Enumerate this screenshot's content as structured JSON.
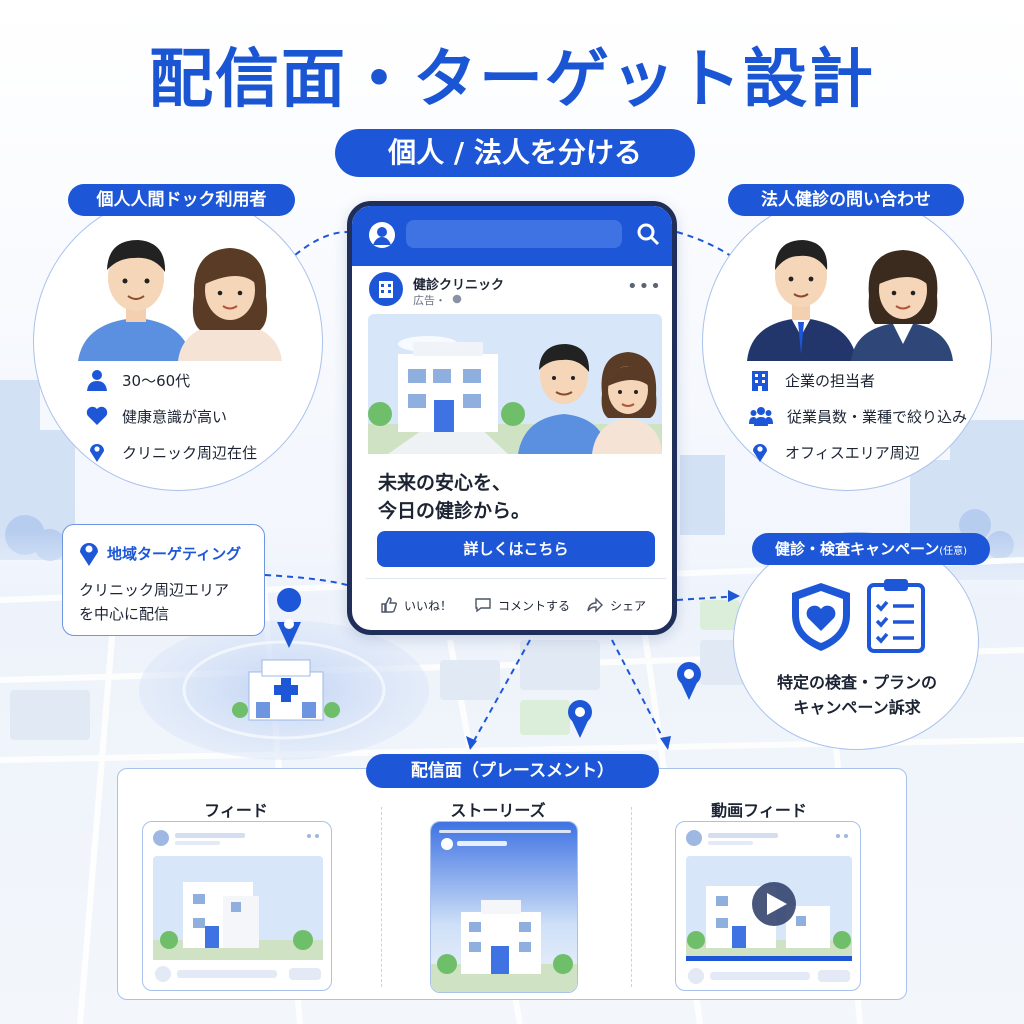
{
  "title": "配信面・ターゲット設計",
  "subtitle": "個人 / 法人を分ける",
  "individual": {
    "header": "個人人間ドック利用者",
    "items": [
      {
        "icon": "person-icon",
        "label": "30〜60代"
      },
      {
        "icon": "heart-icon",
        "label": "健康意識が高い"
      },
      {
        "icon": "location-pin-icon",
        "label": "クリニック周辺在住"
      }
    ]
  },
  "corporate": {
    "header": "法人健診の問い合わせ",
    "items": [
      {
        "icon": "building-icon",
        "label": "企業の担当者"
      },
      {
        "icon": "people-group-icon",
        "label": "従業員数・業種で絞り込み"
      },
      {
        "icon": "location-pin-icon",
        "label": "オフィスエリア周辺"
      }
    ]
  },
  "ad": {
    "clinic_name": "健診クリニック",
    "sponsored": "広告・",
    "headline_line1": "未来の安心を、",
    "headline_line2": "今日の健診から。",
    "cta": "詳しくはこちら",
    "like": "いいね！",
    "comment": "コメントする",
    "share": "シェア"
  },
  "regional": {
    "header": "地域ターゲティング",
    "line1": "クリニック周辺エリア",
    "line2": "を中心に配信"
  },
  "campaign": {
    "header": "健診・検査キャンペーン",
    "header_small": "(任意)",
    "line1": "特定の検査・プランの",
    "line2": "キャンペーン訴求"
  },
  "placements": {
    "header": "配信面（プレースメント）",
    "feed": "フィード",
    "stories": "ストーリーズ",
    "video_feed": "動画フィード"
  },
  "colors": {
    "primary": "#1d57d8",
    "title": "#1a55d4",
    "outline": "#a9c2ec",
    "phone_frame": "#1f2f5a"
  }
}
